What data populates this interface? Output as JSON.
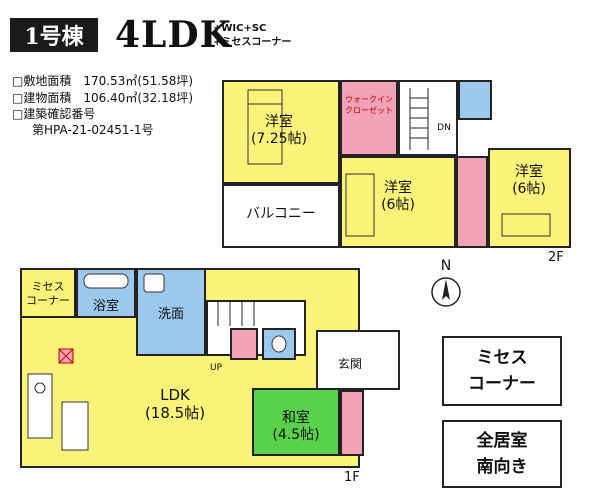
{
  "header": {
    "building": "1号棟",
    "layout_type": "4LDK",
    "extras": [
      "+WIC+SC",
      "+ミセスコーナー"
    ]
  },
  "specs": {
    "site_area": "□敷地面積　170.53㎡(51.58坪)",
    "floor_area": "□建物面積　106.40㎡(32.18坪)",
    "confirmation_label": "□建築確認番号",
    "confirmation_number": "第HPA-21-02451-1号"
  },
  "floor2": {
    "label": "2F",
    "rooms": {
      "western_a": [
        "洋室",
        "(7.25帖)"
      ],
      "walkin": [
        "ウォークイン",
        "クローゼット"
      ],
      "western_b": [
        "洋室",
        "(6帖)"
      ],
      "western_c": [
        "洋室",
        "(6帖)"
      ],
      "balcony": "バルコニー",
      "dn": "DN"
    }
  },
  "floor1": {
    "label": "1F",
    "rooms": {
      "mrs_corner": [
        "ミセス",
        "コーナー"
      ],
      "bath": "浴室",
      "washroom": "洗面",
      "ldk": [
        "LDK",
        "(18.5帖)"
      ],
      "japanese": [
        "和室",
        "(4.5帖)"
      ],
      "entrance": "玄関",
      "up": "UP"
    }
  },
  "compass": "N",
  "callouts": {
    "mrs": [
      "ミセス",
      "コーナー"
    ],
    "south": [
      "全居室",
      "南向き"
    ]
  },
  "colors": {
    "western": "#fbf27a",
    "japanese": "#59d14a",
    "wet": "#9cc8ee",
    "storage": "#f3a2b8",
    "floor_1f": "#fbf27a"
  }
}
